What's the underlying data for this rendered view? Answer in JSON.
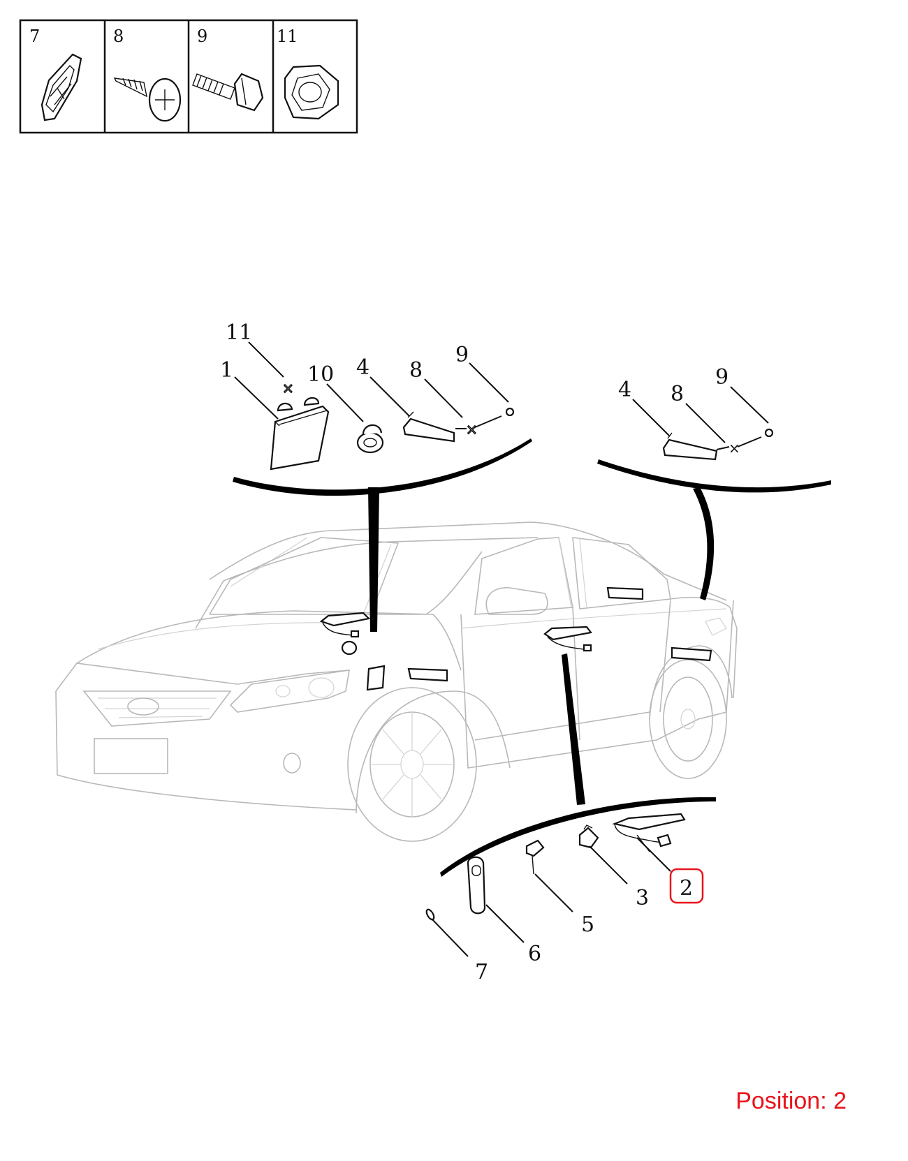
{
  "legend_boxes": [
    {
      "number": "7",
      "icon": "clip-icon"
    },
    {
      "number": "8",
      "icon": "screw-icon"
    },
    {
      "number": "9",
      "icon": "bolt-icon"
    },
    {
      "number": "11",
      "icon": "nut-icon"
    }
  ],
  "callouts": {
    "front_1": "1",
    "front_11": "11",
    "front_10": "10",
    "front_4": "4",
    "front_8": "8",
    "front_9": "9",
    "rear_4": "4",
    "rear_8": "8",
    "rear_9": "9",
    "door_2": "2",
    "door_3": "3",
    "door_5": "5",
    "door_6": "6",
    "door_7": "7"
  },
  "highlighted_part": "2",
  "highlight_color": "#e8141c",
  "position_label": "Position: 2"
}
